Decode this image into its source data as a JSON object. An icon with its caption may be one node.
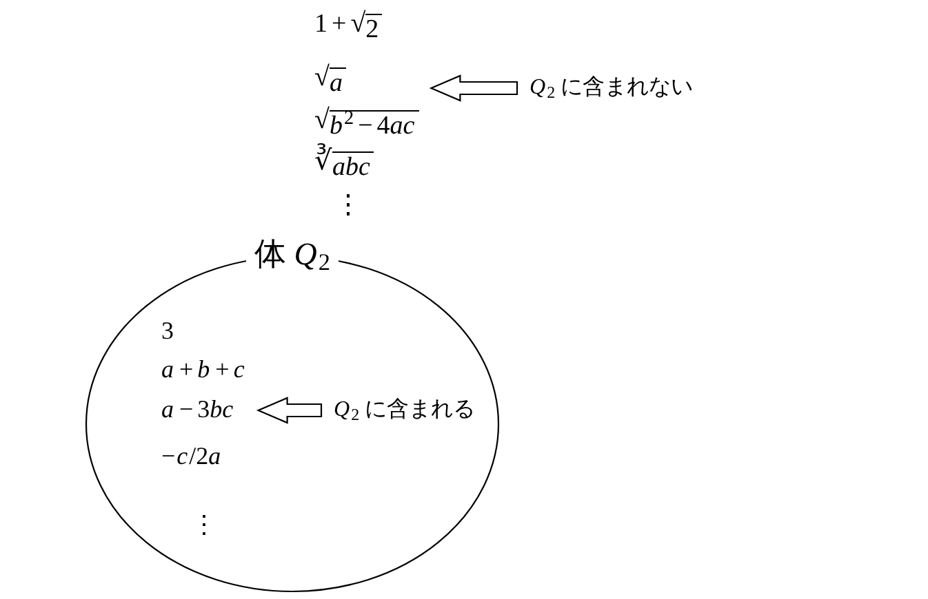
{
  "diagram": {
    "nodes": [
      {
        "text": [
          "1+√2",
          "√a",
          "√b$^{2}$−4ac",
          "∛abc",
          "⋮"
        ]
      },
      {
        "text": [
          "Q$_{2}$ に含まれない"
        ]
      },
      {
        "text": [
          "体 Q$_{2}$"
        ]
      },
      {
        "text": [
          "3",
          "a+b+c",
          "a−3bc",
          "−c/2a",
          "⋮"
        ],
        "in": 2
      },
      {
        "text": [
          "Q$_{2}$ に含まれる"
        ],
        "in": 2
      }
    ],
    "edges": [
      {
        "from": 1,
        "to": 0,
        "arrow": "to"
      },
      {
        "from": 4,
        "to": 3,
        "arrow": "to"
      }
    ]
  }
}
